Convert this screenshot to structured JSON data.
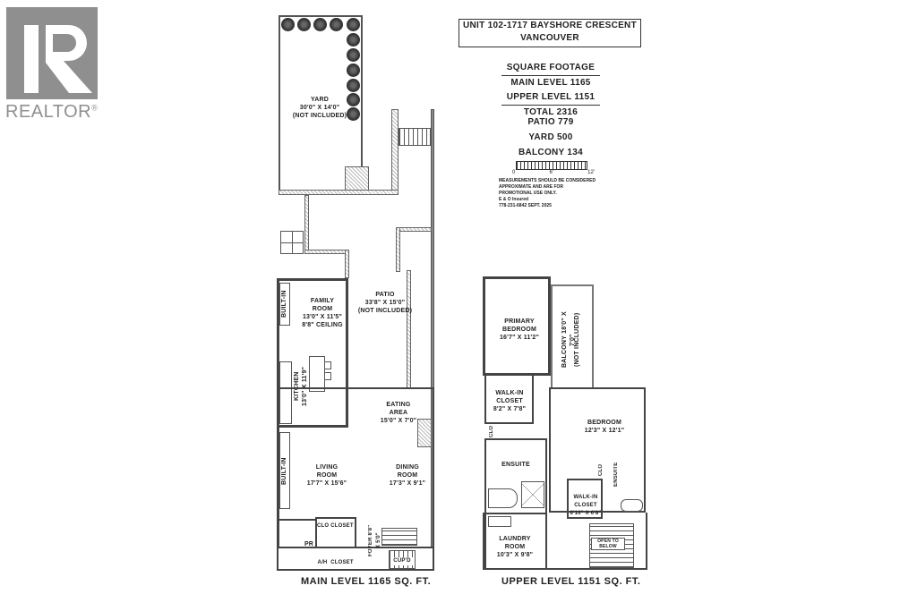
{
  "logo": {
    "brand": "REALTOR",
    "mark": "®",
    "color": "#8f8f8f"
  },
  "header": {
    "address_line1": "UNIT 102-1717 BAYSHORE CRESCENT",
    "address_line2": "VANCOUVER"
  },
  "square_footage": {
    "heading": "SQUARE FOOTAGE",
    "main": "MAIN LEVEL 1165",
    "upper": "UPPER LEVEL 1151",
    "total": "TOTAL 2316"
  },
  "extras": {
    "patio": "PATIO 779",
    "yard": "YARD 500",
    "balcony": "BALCONY 134"
  },
  "scale": {
    "labels": [
      "0",
      "6'",
      "12'"
    ]
  },
  "disclaimer": {
    "line1": "MEASUREMENTS SHOULD BE CONSIDERED",
    "line2": "APPROXIMATE AND ARE FOR",
    "line3": "PROMOTIONAL USE ONLY.",
    "line4": "E & O Insured",
    "line5": "778-231-6842  SEPT. 2025"
  },
  "main_level": {
    "caption": "MAIN LEVEL 1165 SQ. FT.",
    "rooms": {
      "yard": {
        "name": "YARD",
        "dims": "30'0\" X 14'0\"",
        "note": "(NOT INCLUDED)"
      },
      "patio": {
        "name": "PATIO",
        "dims": "33'8\" X 15'0\"",
        "note": "(NOT INCLUDED)"
      },
      "family": {
        "name": "FAMILY",
        "name2": "ROOM",
        "dims": "13'0\" X 11'5\"",
        "note": "8'8\" CEILING"
      },
      "kitchen": {
        "name": "KITCHEN",
        "dims": "13'0\" X 11'9\""
      },
      "eating": {
        "name": "EATING",
        "name2": "AREA",
        "dims": "15'0\" X 7'0\""
      },
      "living": {
        "name": "LIVING",
        "name2": "ROOM",
        "dims": "17'7\" X 15'6\""
      },
      "dining": {
        "name": "DINING",
        "name2": "ROOM",
        "dims": "17'3\" X 9'1\""
      },
      "builtin_upper": "BUILT-IN",
      "builtin_lower": "BUILT-IN",
      "foyer": {
        "name": "FOYER",
        "dims": "8'8\" X 5'0\""
      },
      "clo": "CLO",
      "closet1": "CLOSET",
      "closet2": "CLOSET",
      "pr": "PR",
      "ah": "A/H",
      "cupd": "CUP'D"
    }
  },
  "upper_level": {
    "caption": "UPPER LEVEL 1151  SQ. FT.",
    "rooms": {
      "primary": {
        "name": "PRIMARY",
        "name2": "BEDROOM",
        "dims": "16'7\" X 11'2\""
      },
      "balcony": {
        "name": "BALCONY",
        "dims": "18'0\" X 7'0\"",
        "note": "(NOT INCLUDED)"
      },
      "walkin1": {
        "name": "WALK-IN",
        "name2": "CLOSET",
        "dims": "8'2\" X 7'8\""
      },
      "bedroom": {
        "name": "BEDROOM",
        "dims": "12'3\" X 12'1\""
      },
      "ensuite1": "ENSUITE",
      "ensuite2": "ENSUITE",
      "clo1": "CLO",
      "clo2": "CLO",
      "walkin2": {
        "name": "WALK-IN",
        "name2": "CLOSET",
        "dims": "6'10\" X 6'8\""
      },
      "laundry": {
        "name": "LAUNDRY",
        "name2": "ROOM",
        "dims": "10'3\" X 9'8\""
      },
      "open": {
        "line1": "OPEN TO",
        "line2": "BELOW"
      }
    }
  }
}
